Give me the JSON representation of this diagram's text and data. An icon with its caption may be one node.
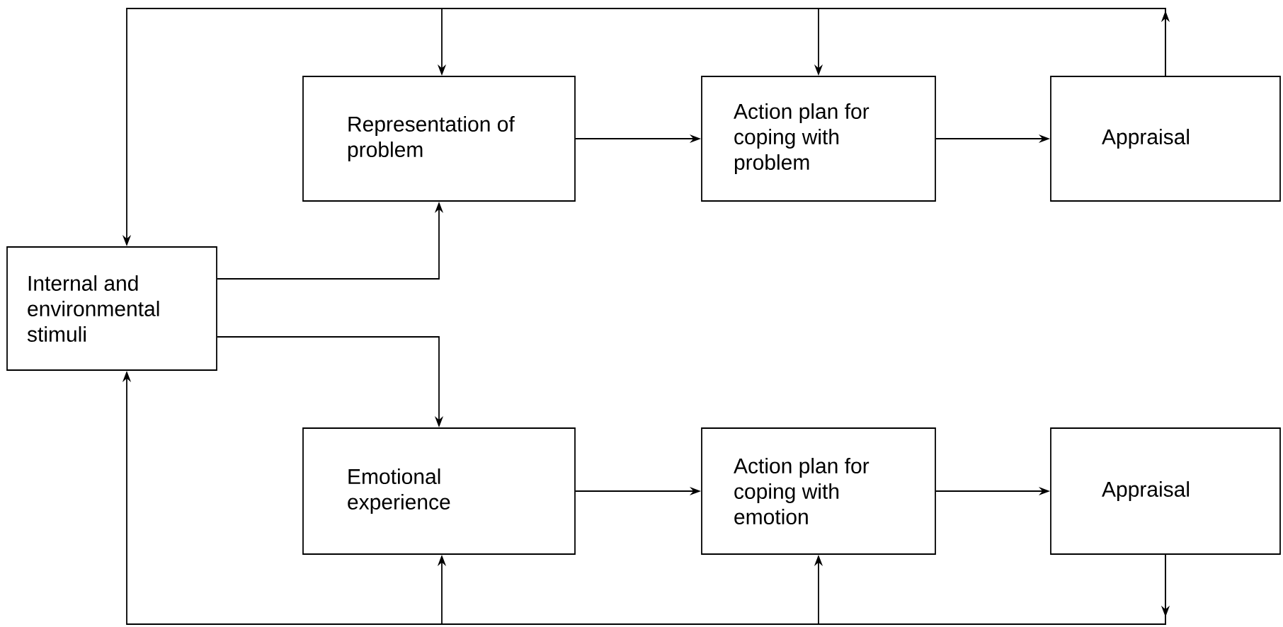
{
  "diagram": {
    "nodes": [
      {
        "text": [
          "Internal and environmental stimuli"
        ]
      },
      {
        "text": [
          "Representation of problem"
        ]
      },
      {
        "text": [
          "Action plan for coping with problem"
        ]
      },
      {
        "text": [
          "Appraisal"
        ]
      },
      {
        "text": [
          "Emotional experience"
        ]
      },
      {
        "text": [
          "Action plan for coping with emotion"
        ]
      },
      {
        "text": [
          "Appraisal"
        ]
      }
    ],
    "edges": [
      {
        "from": 0,
        "to": 1,
        "arrow": "to"
      },
      {
        "from": 0,
        "to": 4,
        "arrow": "to"
      },
      {
        "from": 1,
        "to": 2,
        "arrow": "to"
      },
      {
        "from": 2,
        "to": 3,
        "arrow": "to"
      },
      {
        "from": 4,
        "to": 5,
        "arrow": "to"
      },
      {
        "from": 5,
        "to": 6,
        "arrow": "to"
      },
      {
        "from": 3,
        "to": 0,
        "arrow": "to"
      },
      {
        "from": 3,
        "to": 1,
        "arrow": "to"
      },
      {
        "from": 3,
        "to": 2,
        "arrow": "to"
      },
      {
        "from": 6,
        "to": 0,
        "arrow": "to"
      },
      {
        "from": 6,
        "to": 4,
        "arrow": "to"
      },
      {
        "from": 6,
        "to": 5,
        "arrow": "to"
      }
    ]
  }
}
